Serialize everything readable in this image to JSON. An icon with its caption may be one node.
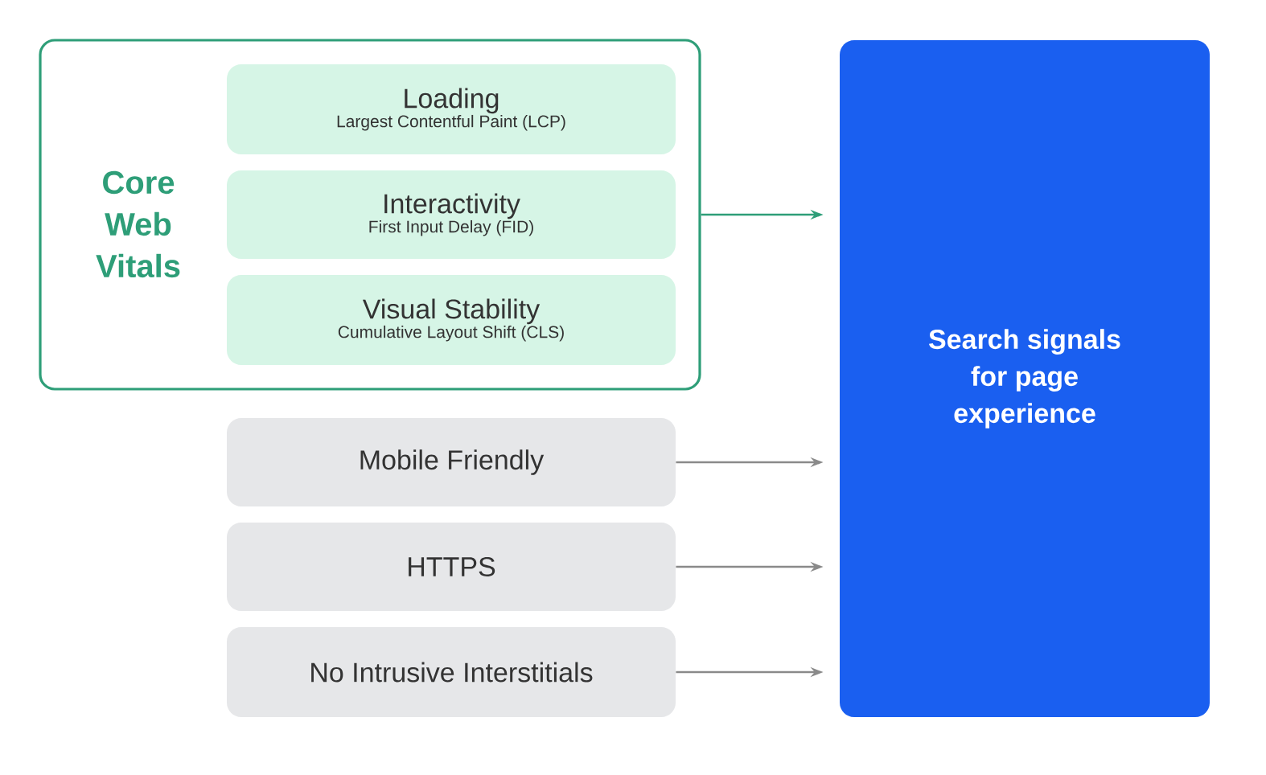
{
  "diagram": {
    "nodes": [
      {
        "text": [
          "Core Web Vitals"
        ]
      },
      {
        "text": [
          "Loading",
          "Largest Contentful Paint (LCP)"
        ],
        "in": 0
      },
      {
        "text": [
          "Interactivity",
          "First Input Delay (FID)"
        ],
        "in": 0
      },
      {
        "text": [
          "Visual Stability",
          "Cumulative Layout Shift (CLS)"
        ],
        "in": 0
      },
      {
        "text": [
          "Mobile Friendly"
        ]
      },
      {
        "text": [
          "HTTPS"
        ]
      },
      {
        "text": [
          "No Intrusive Interstitials"
        ]
      },
      {
        "text": [
          "Search signals for page experience"
        ]
      }
    ],
    "edges": [
      {
        "from": 0,
        "to": 7,
        "arrow": "to",
        "color": "#2e9e78"
      },
      {
        "from": 4,
        "to": 7,
        "arrow": "to"
      },
      {
        "from": 5,
        "to": 7,
        "arrow": "to"
      },
      {
        "from": 6,
        "to": 7,
        "arrow": "to"
      }
    ]
  }
}
